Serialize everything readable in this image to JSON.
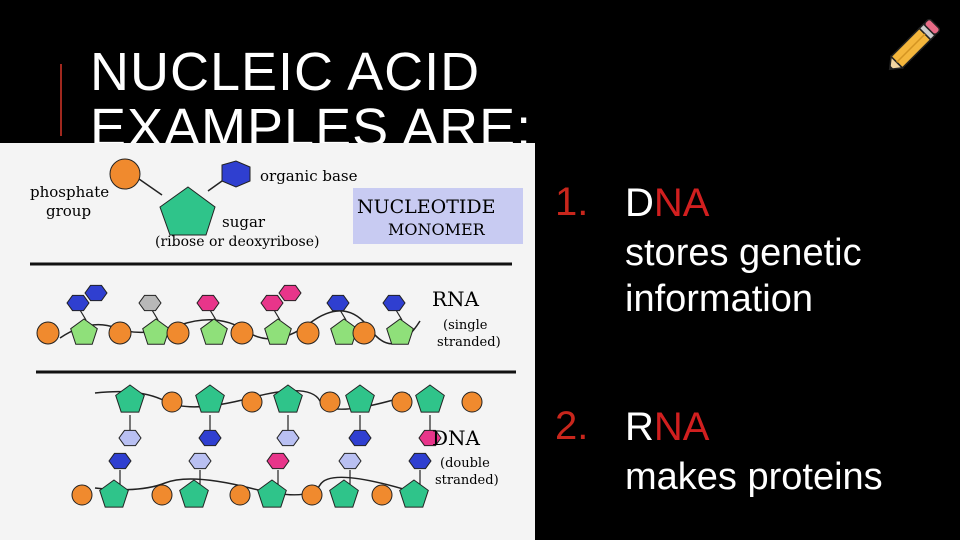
{
  "slide": {
    "title_line1": "NUCLEIC ACID",
    "title_line2": "EXAMPLES ARE:",
    "accent_color": "#a0281e",
    "icon": "pencil-icon"
  },
  "figure": {
    "labels": {
      "phosphate_1": "phosphate",
      "phosphate_2": "group",
      "organic_base": "organic base",
      "sugar": "sugar",
      "sugar_note": "(ribose or deoxyribose)",
      "nucleotide": "NUCLEOTIDE",
      "monomer": "MONOMER",
      "rna": "RNA",
      "rna_note_1": "(single",
      "rna_note_2": "stranded)",
      "dna": "DNA",
      "dna_note_1": "(double",
      "dna_note_2": "stranded)"
    },
    "colors": {
      "phosphate": "#f08a2e",
      "sugar": "#2fc48a",
      "sugar_light": "#8fe07a",
      "base_blue": "#2f3fd0",
      "base_pink": "#e8358a",
      "base_gray": "#b8b8b8",
      "base_lavender": "#b9c0f2",
      "label_box": "#c8cbf2"
    }
  },
  "list": {
    "items": [
      {
        "number": "1.",
        "term_first": "D",
        "term_rest": "NA",
        "description": "stores genetic information"
      },
      {
        "number": "2.",
        "term_first": "R",
        "term_rest": "NA",
        "description": "makes proteins"
      }
    ],
    "number_color": "#c8261c",
    "highlight_color": "#d11f1f"
  }
}
